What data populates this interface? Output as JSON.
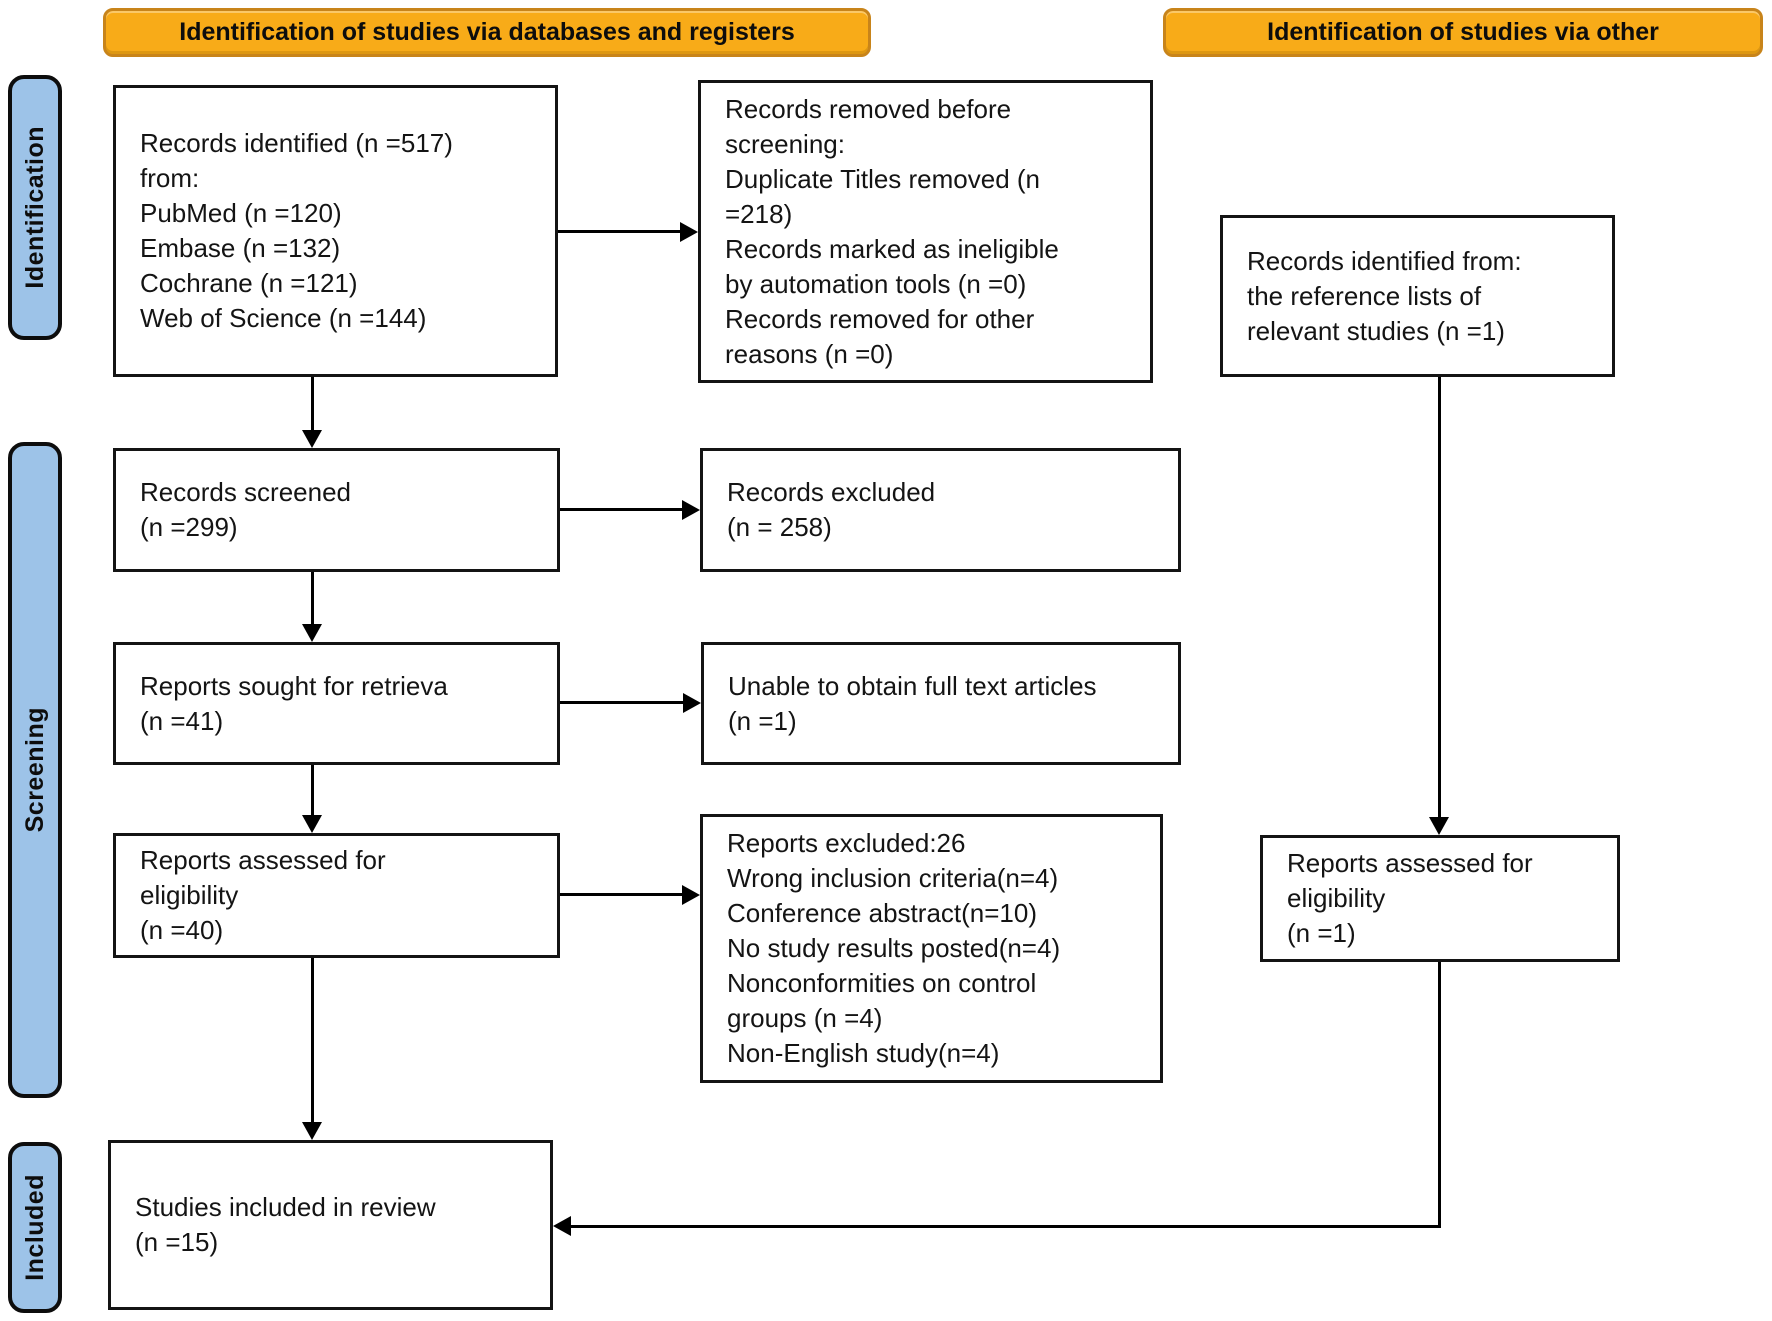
{
  "headers": {
    "left": "Identification of studies via databases and registers",
    "right": "Identification of studies via other"
  },
  "stages": {
    "identification": "Identification",
    "screening": "Screening",
    "included": "Included"
  },
  "boxes": {
    "records_identified": "Records identified (n =517)\nfrom:\nPubMed (n =120)\nEmbase (n =132)\nCochrane (n =121)\nWeb of Science (n =144)",
    "records_removed": "Records removed before\nscreening:\nDuplicate Titles removed (n\n=218)\nRecords marked as ineligible\nby automation tools (n =0)\nRecords removed for other\nreasons (n =0)",
    "records_identified_other": "Records identified from:\nthe reference lists of\nrelevant studies (n =1)",
    "records_screened": "Records screened\n(n =299)",
    "records_excluded": "Records excluded\n(n = 258)",
    "reports_sought": "Reports sought for retrieva\n(n =41)",
    "unable_full_text": "Unable to obtain full text articles\n(n =1)",
    "reports_assessed": "Reports assessed for\neligibility\n(n =40)",
    "reports_excluded": "Reports excluded:26\nWrong inclusion criteria(n=4)\nConference abstract(n=10)\nNo study results posted(n=4)\nNonconformities on control\ngroups (n =4)\nNon-English study(n=4)",
    "reports_assessed_other": "Reports assessed for\neligibility\n(n =1)",
    "studies_included": "Studies included in review\n(n =15)"
  },
  "colors": {
    "header_fill": "#F8AB18",
    "header_border": "#C8841A",
    "stage_fill": "#9DC3E8",
    "box_border": "#141414",
    "line_color": "#000000"
  }
}
